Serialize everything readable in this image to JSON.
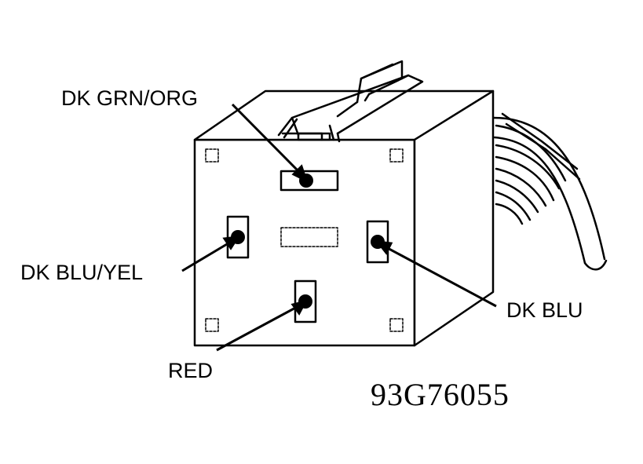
{
  "labels": {
    "dk_grn_org": "DK GRN/ORG",
    "dk_blu_yel": "DK BLU/YEL",
    "dk_blu": "DK BLU",
    "red": "RED"
  },
  "figure_code": "93G76055",
  "colors": {
    "ink": "#000000",
    "paper": "#ffffff"
  }
}
